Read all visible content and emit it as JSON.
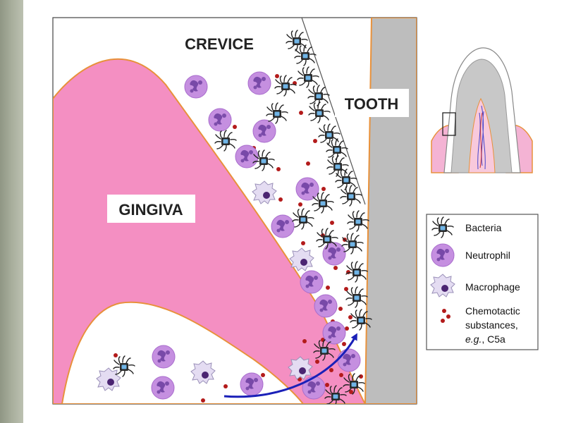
{
  "labels": {
    "crevice": "CREVICE",
    "tooth": "TOOTH",
    "gingiva": "GINGIVA"
  },
  "legend": {
    "bacteria": "Bacteria",
    "neutrophil": "Neutrophil",
    "macrophage": "Macrophage",
    "chemotactic_line1": "Chemotactic",
    "chemotactic_line2": "substances,",
    "chemotactic_line3_italic": "e.g.",
    "chemotactic_line3_rest": ", C5a"
  },
  "colors": {
    "gingiva": "#f48fc2",
    "gingiva_edge": "#e8913b",
    "tooth": "#bdbdbd",
    "neutrophil": "#c58fe0",
    "macrophage": "#e4dcf2",
    "bacteria": "#2a2a2a",
    "bacteria_core": "#6fb4e6",
    "chemotactic": "#b31b1b",
    "arrow": "#1a20b8"
  },
  "icons": [
    "bacteria-icon",
    "neutrophil-icon",
    "macrophage-icon",
    "chemotactic-dots-icon",
    "tooth-inset-icon"
  ]
}
